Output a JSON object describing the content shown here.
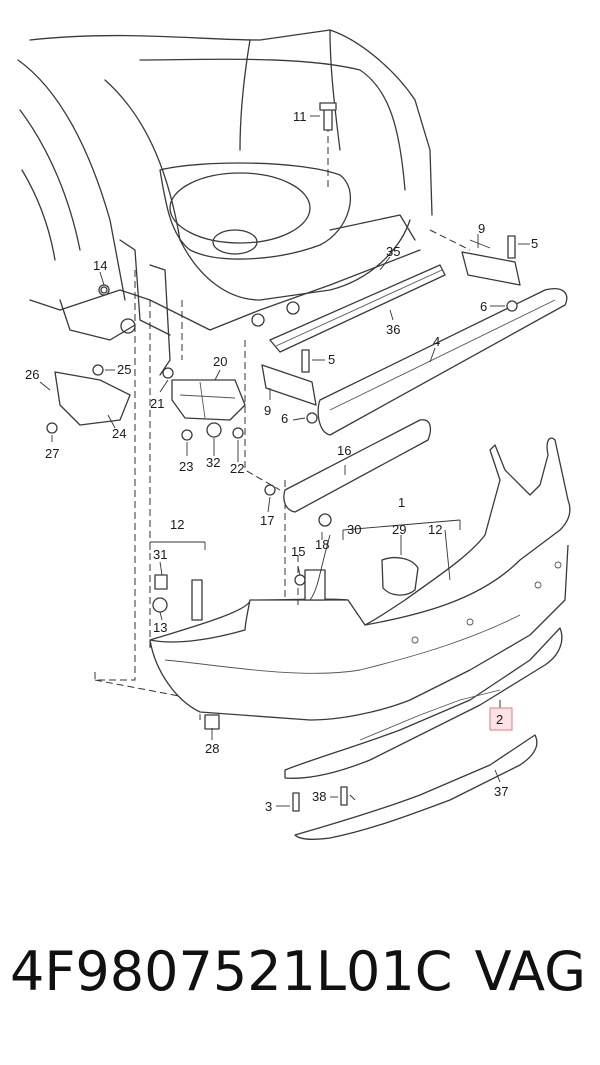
{
  "diagram": {
    "labels": [
      "11",
      "9",
      "5",
      "14",
      "35",
      "6",
      "36",
      "4",
      "26",
      "25",
      "20",
      "5",
      "24",
      "21",
      "9",
      "6",
      "27",
      "23",
      "32",
      "22",
      "16",
      "17",
      "1",
      "18",
      "12",
      "30",
      "29",
      "12",
      "31",
      "15",
      "13",
      "28",
      "2",
      "38",
      "3",
      "37"
    ],
    "highlighted": "2"
  },
  "caption": {
    "part_number": "4F9807521L01C",
    "brand": "VAG"
  }
}
